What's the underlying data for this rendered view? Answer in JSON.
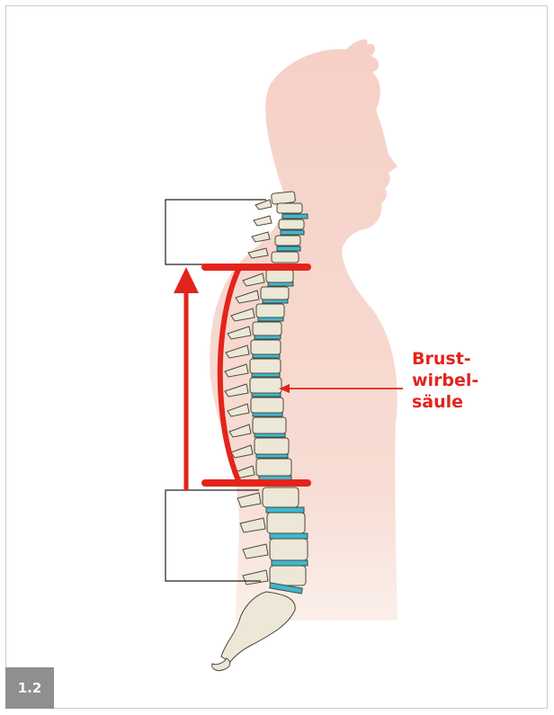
{
  "figure": {
    "label_lines": [
      "Brust-",
      "wirbel-",
      "säule"
    ],
    "number": "1.2"
  },
  "colors": {
    "highlight": "#e3241b",
    "silhouette": "#f6d0c6",
    "bone": "#ece7d6",
    "disc": "#3eb7cf",
    "bracket": "#222222",
    "badge": "#8f8f8f"
  },
  "icons": [
    "human-silhouette",
    "spine-illustration"
  ]
}
